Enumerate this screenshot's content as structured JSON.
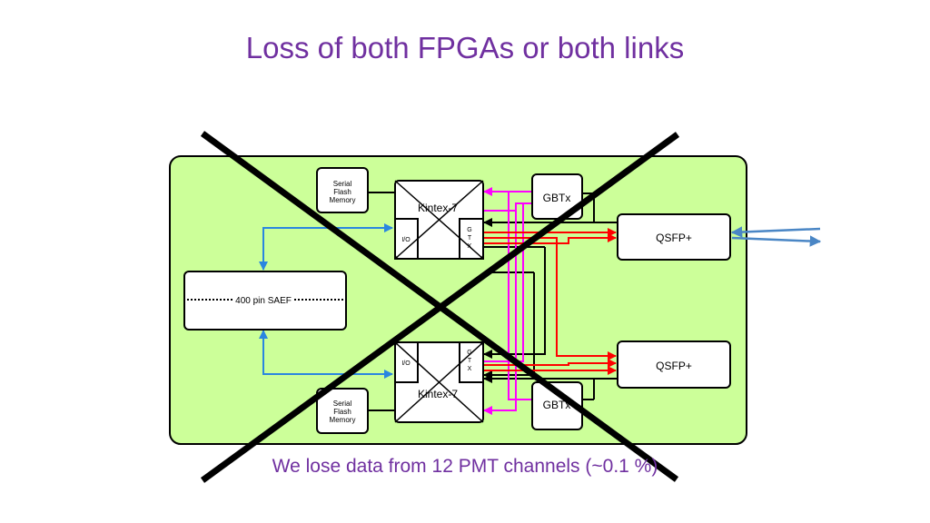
{
  "title": "Loss of both FPGAs or both links",
  "caption": "We lose data from 12 PMT channels (~0.1 %)",
  "colors": {
    "board": "#ccff99",
    "title": "#7030a0",
    "data_link": "#ff0000",
    "clock": "#ff00ff",
    "io_bus": "#2a86e0",
    "optical_fiber": "#4a86c5",
    "cross": "#000000"
  },
  "diagram": {
    "serial_flash_top": [
      "Serial",
      "Flash",
      "Memory"
    ],
    "serial_flash_bottom": [
      "Serial",
      "Flash",
      "Memory"
    ],
    "fpga_top": {
      "label": "Kintex-7",
      "io": "I/O",
      "gtx": [
        "G",
        "T",
        "X"
      ]
    },
    "fpga_bottom": {
      "label": "Kintex-7",
      "io": "I/O",
      "gtx": [
        "G",
        "T",
        "X"
      ]
    },
    "gbtx_top": "GBTx",
    "gbtx_bottom": "GBTx",
    "qsfp_top": "QSFP+",
    "qsfp_bottom": "QSFP+",
    "connector": "400 pin SAEF"
  }
}
